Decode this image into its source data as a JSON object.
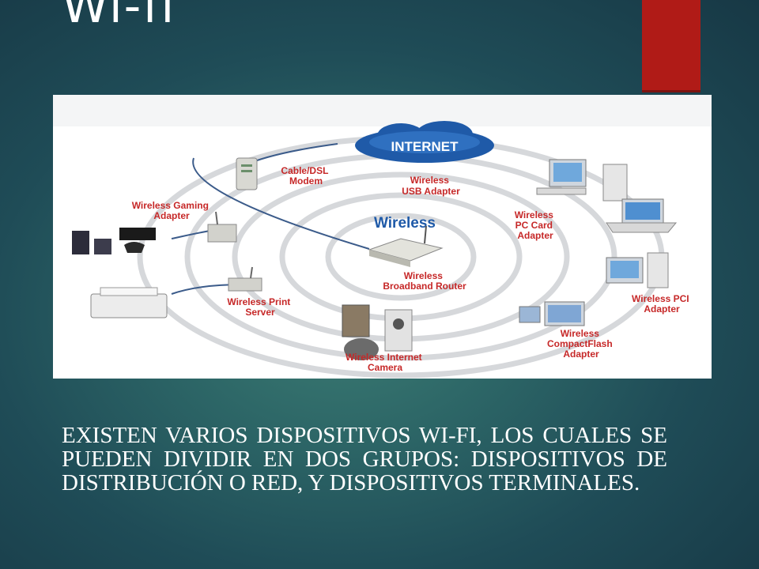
{
  "slide": {
    "title": "Wi-fi",
    "accent_color": "#b01b17",
    "body": "EXISTEN VARIOS DISPOSITIVOS WI-FI, LOS CUALES SE PUEDEN DIVIDIR EN DOS GRUPOS: DISPOSITIVOS DE DISTRIBUCIÓN O RED, Y DISPOSITIVOS TERMINALES."
  },
  "diagram": {
    "cloud_label": "INTERNET",
    "center_label": "Wireless",
    "labels": {
      "cable_modem": [
        "Cable/DSL",
        "Modem"
      ],
      "usb_adapter": [
        "Wireless",
        "USB Adapter"
      ],
      "gaming_adapter": [
        "Wireless Gaming",
        "Adapter"
      ],
      "pc_card_adapter": [
        "Wireless",
        "PC Card",
        "Adapter"
      ],
      "router": [
        "Wireless",
        "Broadband Router"
      ],
      "print_server": [
        "Wireless Print",
        "Server"
      ],
      "pci_adapter": [
        "Wireless PCI",
        "Adapter"
      ],
      "internet_camera": [
        "Wireless Internet",
        "Camera"
      ],
      "compactflash_adapter": [
        "Wireless",
        "CompactFlash",
        "Adapter"
      ]
    },
    "label_color": "#c62828",
    "cloud_color": "#1f5aa8"
  }
}
